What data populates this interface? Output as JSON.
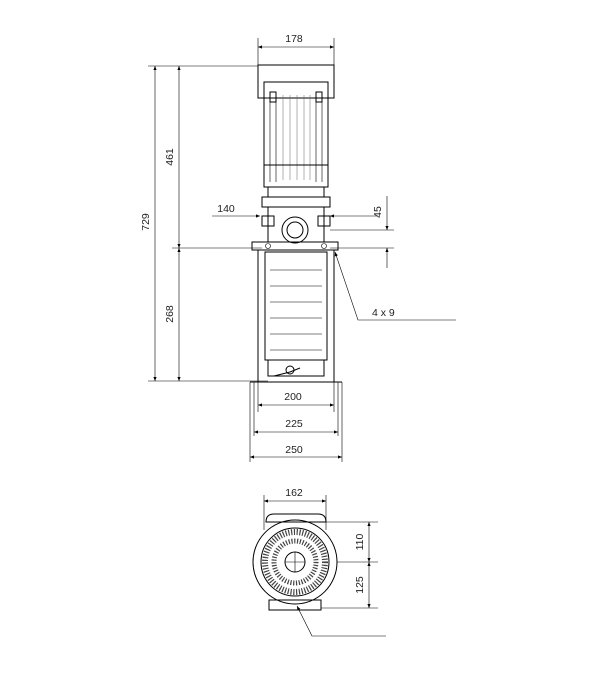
{
  "drawing": {
    "dimensions": {
      "motor_width": "178",
      "motor_height": "461",
      "overall_height": "729",
      "base_height": "268",
      "suction_offset": "140",
      "port_offset": "45",
      "mounting_holes": "4 x 9",
      "base_inner": "200",
      "base_mid": "225",
      "base_outer": "250",
      "top_width": "162",
      "top_upper": "110",
      "top_lower": "125"
    }
  }
}
